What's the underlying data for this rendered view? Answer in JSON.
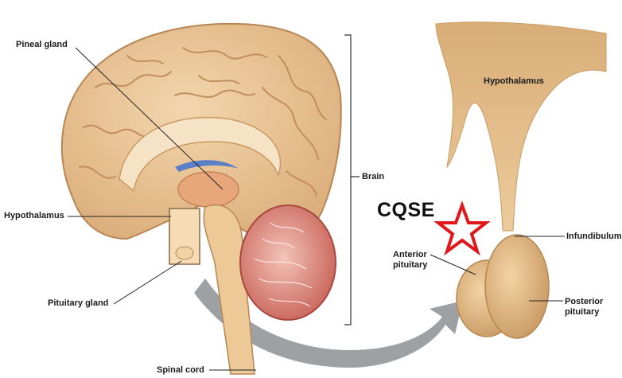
{
  "labels": {
    "pineal_gland": "Pineal gland",
    "hypothalamus_left": "Hypothalamus",
    "pituitary_gland": "Pituitary gland",
    "spinal_cord": "Spinal cord",
    "brain": "Brain",
    "hypothalamus_right": "Hypothalamus",
    "infundibulum": "Infundibulum",
    "anterior_pituitary": [
      "Anterior",
      "pituitary"
    ],
    "posterior_pituitary": [
      "Posterior",
      "pituitary"
    ]
  },
  "watermark": {
    "text": "CQSE",
    "star_color": "#e0161b"
  },
  "colors": {
    "brain": "#e9c393",
    "brain_dark": "#c99865",
    "cerebellum": "#e79c8f",
    "arrow": "#9ea1a4",
    "pituitary": "#e2b47c"
  }
}
